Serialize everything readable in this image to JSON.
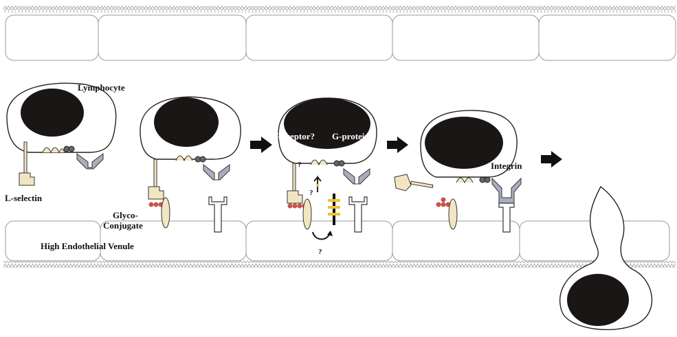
{
  "labels": {
    "lymphocyte": "Lymphocyte",
    "l_selectin": "L-selectin",
    "glyco_line1": "Glyco-",
    "glyco_line2": "Conjugate",
    "hev": "High Endothelial Venule",
    "receptor": "Receptor?",
    "g_protein": "G-protein",
    "integrin": "Integrin",
    "question": "?"
  },
  "colors": {
    "selectin": "#f2e6c2",
    "glycoconjugate": "#c9544c",
    "integrin": "#a9adbf",
    "nucleus": "#1a1616",
    "arrow": "#111111",
    "signal": "#f0c030"
  }
}
